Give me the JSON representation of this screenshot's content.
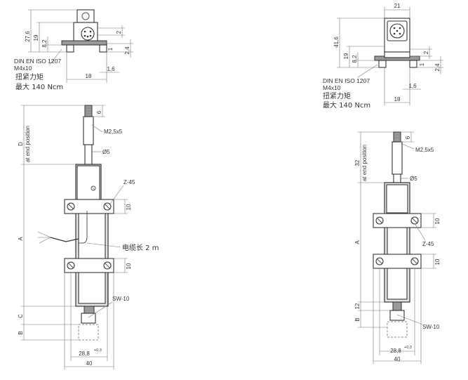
{
  "left_detail": {
    "dims": {
      "height_total": "27,6",
      "height_mid": "19",
      "height_low": "8,2",
      "offset_top": "2",
      "offset_right": "1",
      "gap_a": "2,4",
      "width": "18",
      "edge": "1,6"
    },
    "standard": "DIN EN ISO 1207",
    "screw": "M4x10",
    "torque_label": "扭紧力矩",
    "torque_value": "最大 140 Ncm"
  },
  "right_detail": {
    "dims": {
      "width_top": "21",
      "height_total": "41,6",
      "height_mid": "19",
      "height_low": "8,2",
      "offset_top": "2",
      "offset_right": "1",
      "gap_a": "2,4",
      "width": "18",
      "edge": "1,6"
    },
    "standard": "DIN EN ISO 1207",
    "screw": "M4x10",
    "torque_label": "扭紧力矩",
    "torque_value": "最大 140 Ncm"
  },
  "left_main": {
    "thread": "M2,5x5",
    "tip": "6",
    "dim_d": "D",
    "end_position": "at end position",
    "rod_dia": "Ø5",
    "clamp": "Z-45",
    "clamp_h1": "10",
    "clamp_h2": "10",
    "dim_a": "A",
    "cable": "电缆长 2 m",
    "wrench": "SW-10",
    "dim_c": "C",
    "dim_b": "B",
    "hole_dist": "28,8",
    "tol": "+0,3",
    "width": "40"
  },
  "right_main": {
    "thread": "M2,5x5",
    "tip": "6",
    "dim_32": "32",
    "end_position": "at end position",
    "rod_dia": "Ø5",
    "clamp": "Z-45",
    "clamp_h1": "10",
    "clamp_h2": "10",
    "dim_a": "A",
    "dim_12": "12",
    "dim_b": "B",
    "wrench": "SW-10",
    "hole_dist": "28,8",
    "tol": "+0,3",
    "width": "40"
  }
}
